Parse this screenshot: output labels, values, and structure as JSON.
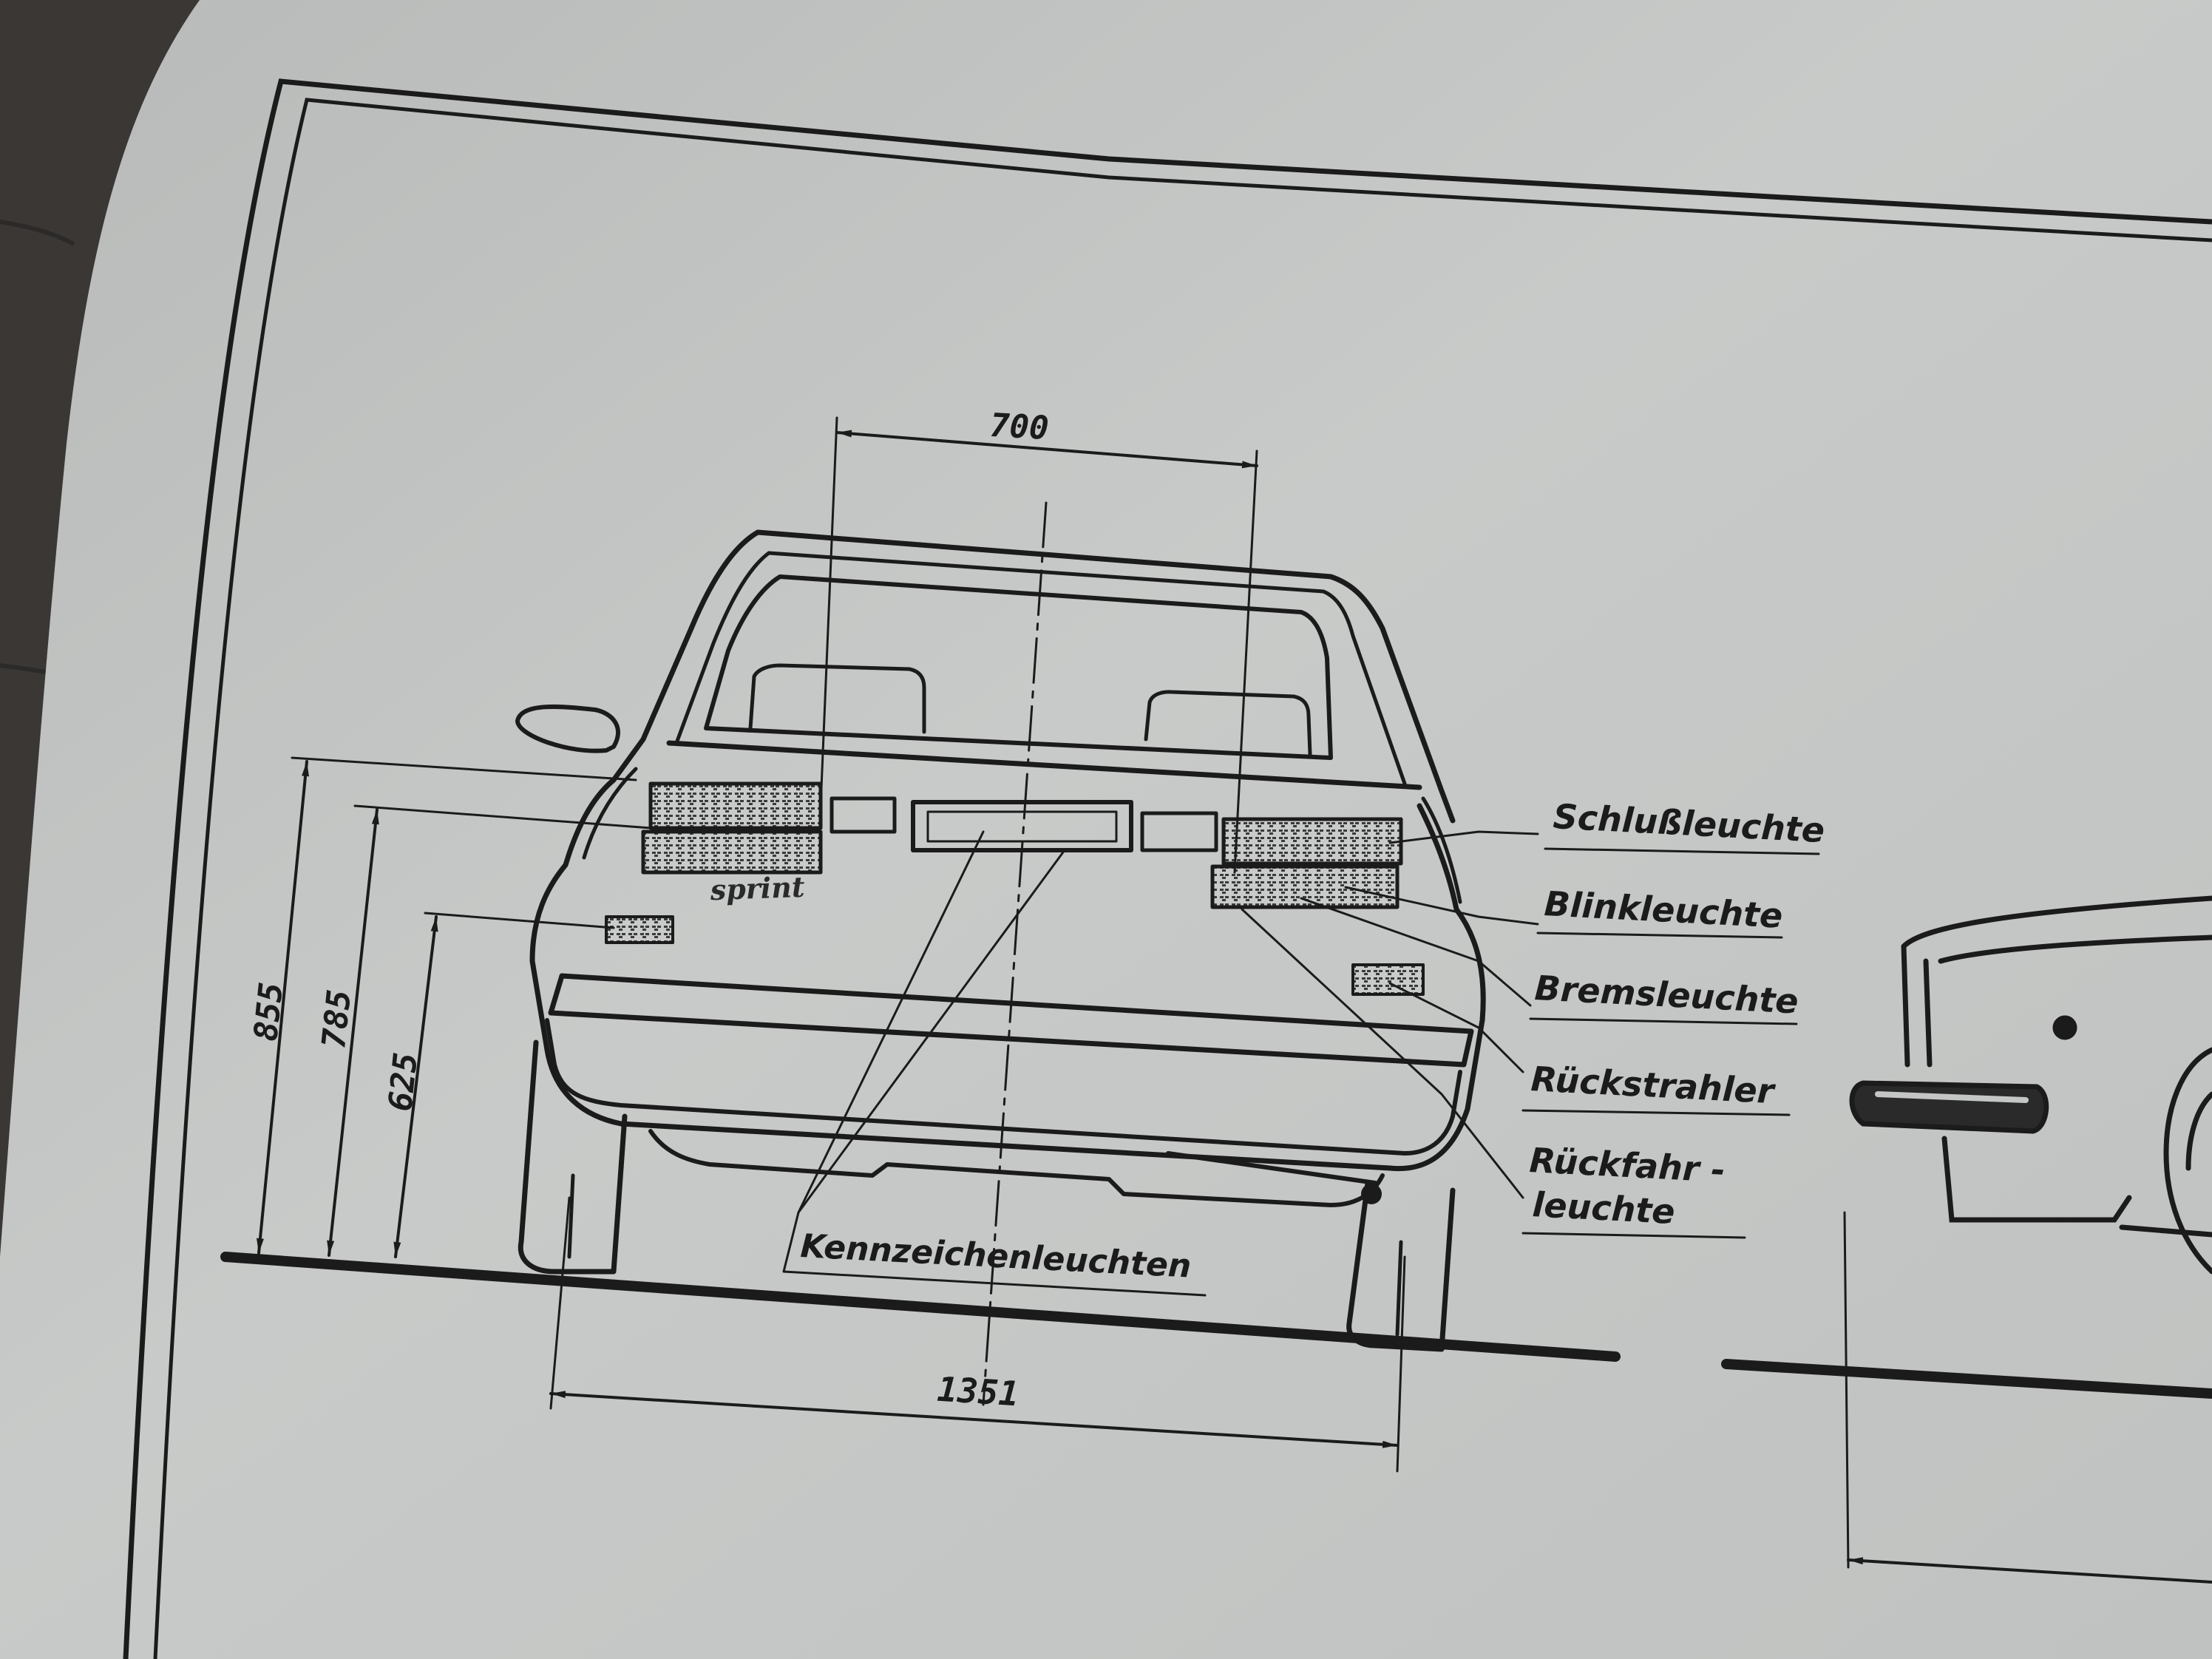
{
  "drawing": {
    "dimensions": {
      "top_width": "700",
      "bottom_width": "1351",
      "height_1": "855",
      "height_2": "785",
      "height_3": "625"
    },
    "badge": "sprint",
    "callouts": {
      "tail_light": "Schlußleuchte",
      "indicator": "Blinkleuchte",
      "brake_light": "Bremsleuchte",
      "reflector": "Rückstrahler",
      "reverse_light_1": "Rückfahr -",
      "reverse_light_2": "leuchte",
      "plate_lights": "Kennzeichenleuchten"
    }
  },
  "colors": {
    "paper": "#c4c6c5",
    "ink": "#1b1b1b",
    "table": "#3a3735"
  }
}
